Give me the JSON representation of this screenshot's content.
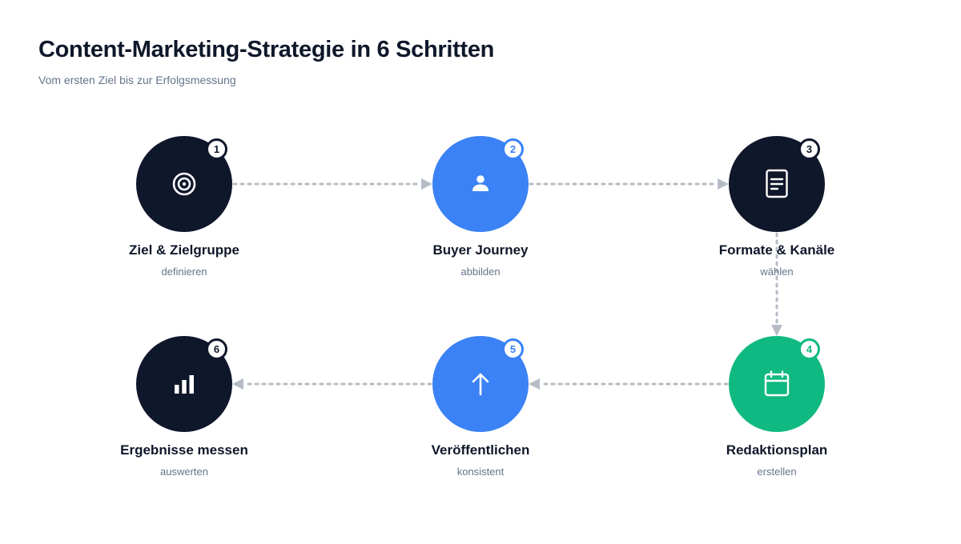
{
  "header": {
    "title": "Content-Marketing-Strategie in 6 Schritten",
    "subtitle": "Vom ersten Ziel bis zur Erfolgsmessung"
  },
  "colors": {
    "dark": "#0f172a",
    "blue": "#3b82f6",
    "green": "#10b981",
    "connector": "#b6bcc6",
    "muted_text": "#64748b"
  },
  "steps": [
    {
      "number": "1",
      "title": "Ziel & Zielgruppe",
      "subtitle": "definieren",
      "icon": "target-icon",
      "color": "dark"
    },
    {
      "number": "2",
      "title": "Buyer Journey",
      "subtitle": "abbilden",
      "icon": "user-icon",
      "color": "blue"
    },
    {
      "number": "3",
      "title": "Formate & Kanäle",
      "subtitle": "wählen",
      "icon": "document-icon",
      "color": "dark"
    },
    {
      "number": "4",
      "title": "Redaktionsplan",
      "subtitle": "erstellen",
      "icon": "calendar-icon",
      "color": "green"
    },
    {
      "number": "5",
      "title": "Veröffentlichen",
      "subtitle": "konsistent",
      "icon": "arrow-up-icon",
      "color": "blue"
    },
    {
      "number": "6",
      "title": "Ergebnisse messen",
      "subtitle": "auswerten",
      "icon": "bar-chart-icon",
      "color": "dark"
    }
  ]
}
